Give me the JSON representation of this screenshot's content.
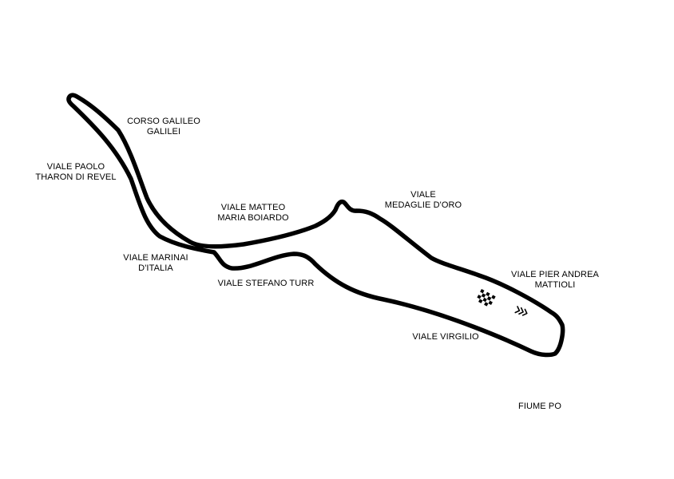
{
  "map": {
    "track_color": "#000000",
    "background": "#ffffff",
    "labels": {
      "corso_galileo_galilei": [
        "CORSO GALILEO",
        "GALILEI"
      ],
      "viale_paolo_tharon_di_revel": [
        "VIALE PAOLO",
        "THARON DI REVEL"
      ],
      "viale_matteo_maria_boiardo": [
        "VIALE MATTEO",
        "MARIA BOIARDO"
      ],
      "viale_medaglie_doro": [
        "VIALE",
        "MEDAGLIE D'ORO"
      ],
      "viale_marinai_ditalia": [
        "VIALE MARINAI",
        "D'ITALIA"
      ],
      "viale_stefano_turr": [
        "VIALE STEFANO TURR"
      ],
      "viale_pier_andrea_mattioli": [
        "VIALE PIER ANDREA",
        "MATTIOLI"
      ],
      "viale_virgilio": [
        "VIALE VIRGILIO"
      ],
      "fiume_po": [
        "FIUME PO"
      ]
    },
    "icons": {
      "start_finish": "checkered-flag-icon",
      "direction": "direction-chevrons-icon"
    }
  }
}
